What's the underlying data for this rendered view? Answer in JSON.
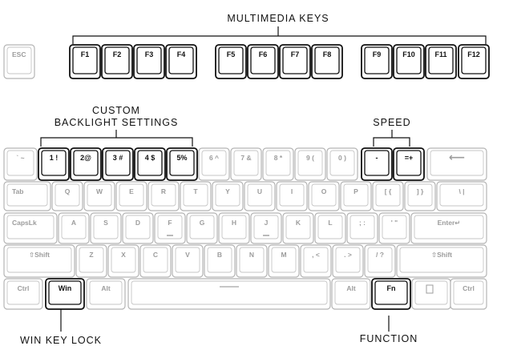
{
  "callouts": {
    "multimedia": "MULTIMEDIA KEYS",
    "custom_line1": "CUSTOM",
    "custom_line2": "BACKLIGHT SETTINGS",
    "speed": "SPEED",
    "win_lock": "WIN KEY LOCK",
    "function": "FUNCTION"
  },
  "keys": {
    "esc": "ESC",
    "f1": "F1",
    "f2": "F2",
    "f3": "F3",
    "f4": "F4",
    "f5": "F5",
    "f6": "F6",
    "f7": "F7",
    "f8": "F8",
    "f9": "F9",
    "f10": "F10",
    "f11": "F11",
    "f12": "F12",
    "tilde": "` ~",
    "n1": "1 !",
    "n2": "2@",
    "n3": "3 #",
    "n4": "4 $",
    "n5": "5%",
    "n6": "6 ^",
    "n7": "7 &",
    "n8": "8 *",
    "n9": "9 (",
    "n0": "0 )",
    "minus": "-",
    "equals": "=+",
    "backspace": "⟵",
    "tab": "Tab",
    "q": "Q",
    "w": "W",
    "e": "E",
    "r": "R",
    "t": "T",
    "y": "Y",
    "u": "U",
    "i": "I",
    "o": "O",
    "p": "P",
    "lbracket": "[ {",
    "rbracket": "] }",
    "backslash": "\\ |",
    "capslock": "CapsLk",
    "a": "A",
    "s": "S",
    "d": "D",
    "f": "F",
    "g": "G",
    "h": "H",
    "j": "J",
    "k": "K",
    "l": "L",
    "semicolon": "; :",
    "quote": "' \"",
    "enter": "Enter↵",
    "lshift": "⇧Shift",
    "z": "Z",
    "x": "X",
    "c": "C",
    "v": "V",
    "b": "B",
    "n": "N",
    "m": "M",
    "comma": ", <",
    "period": ". >",
    "slash": "/ ?",
    "rshift": "⇧Shift",
    "lctrl": "Ctrl",
    "win": "Win",
    "lalt": "Alt",
    "space": "",
    "ralt": "Alt",
    "fn": "Fn",
    "menu": "",
    "rctrl": "Ctrl"
  }
}
